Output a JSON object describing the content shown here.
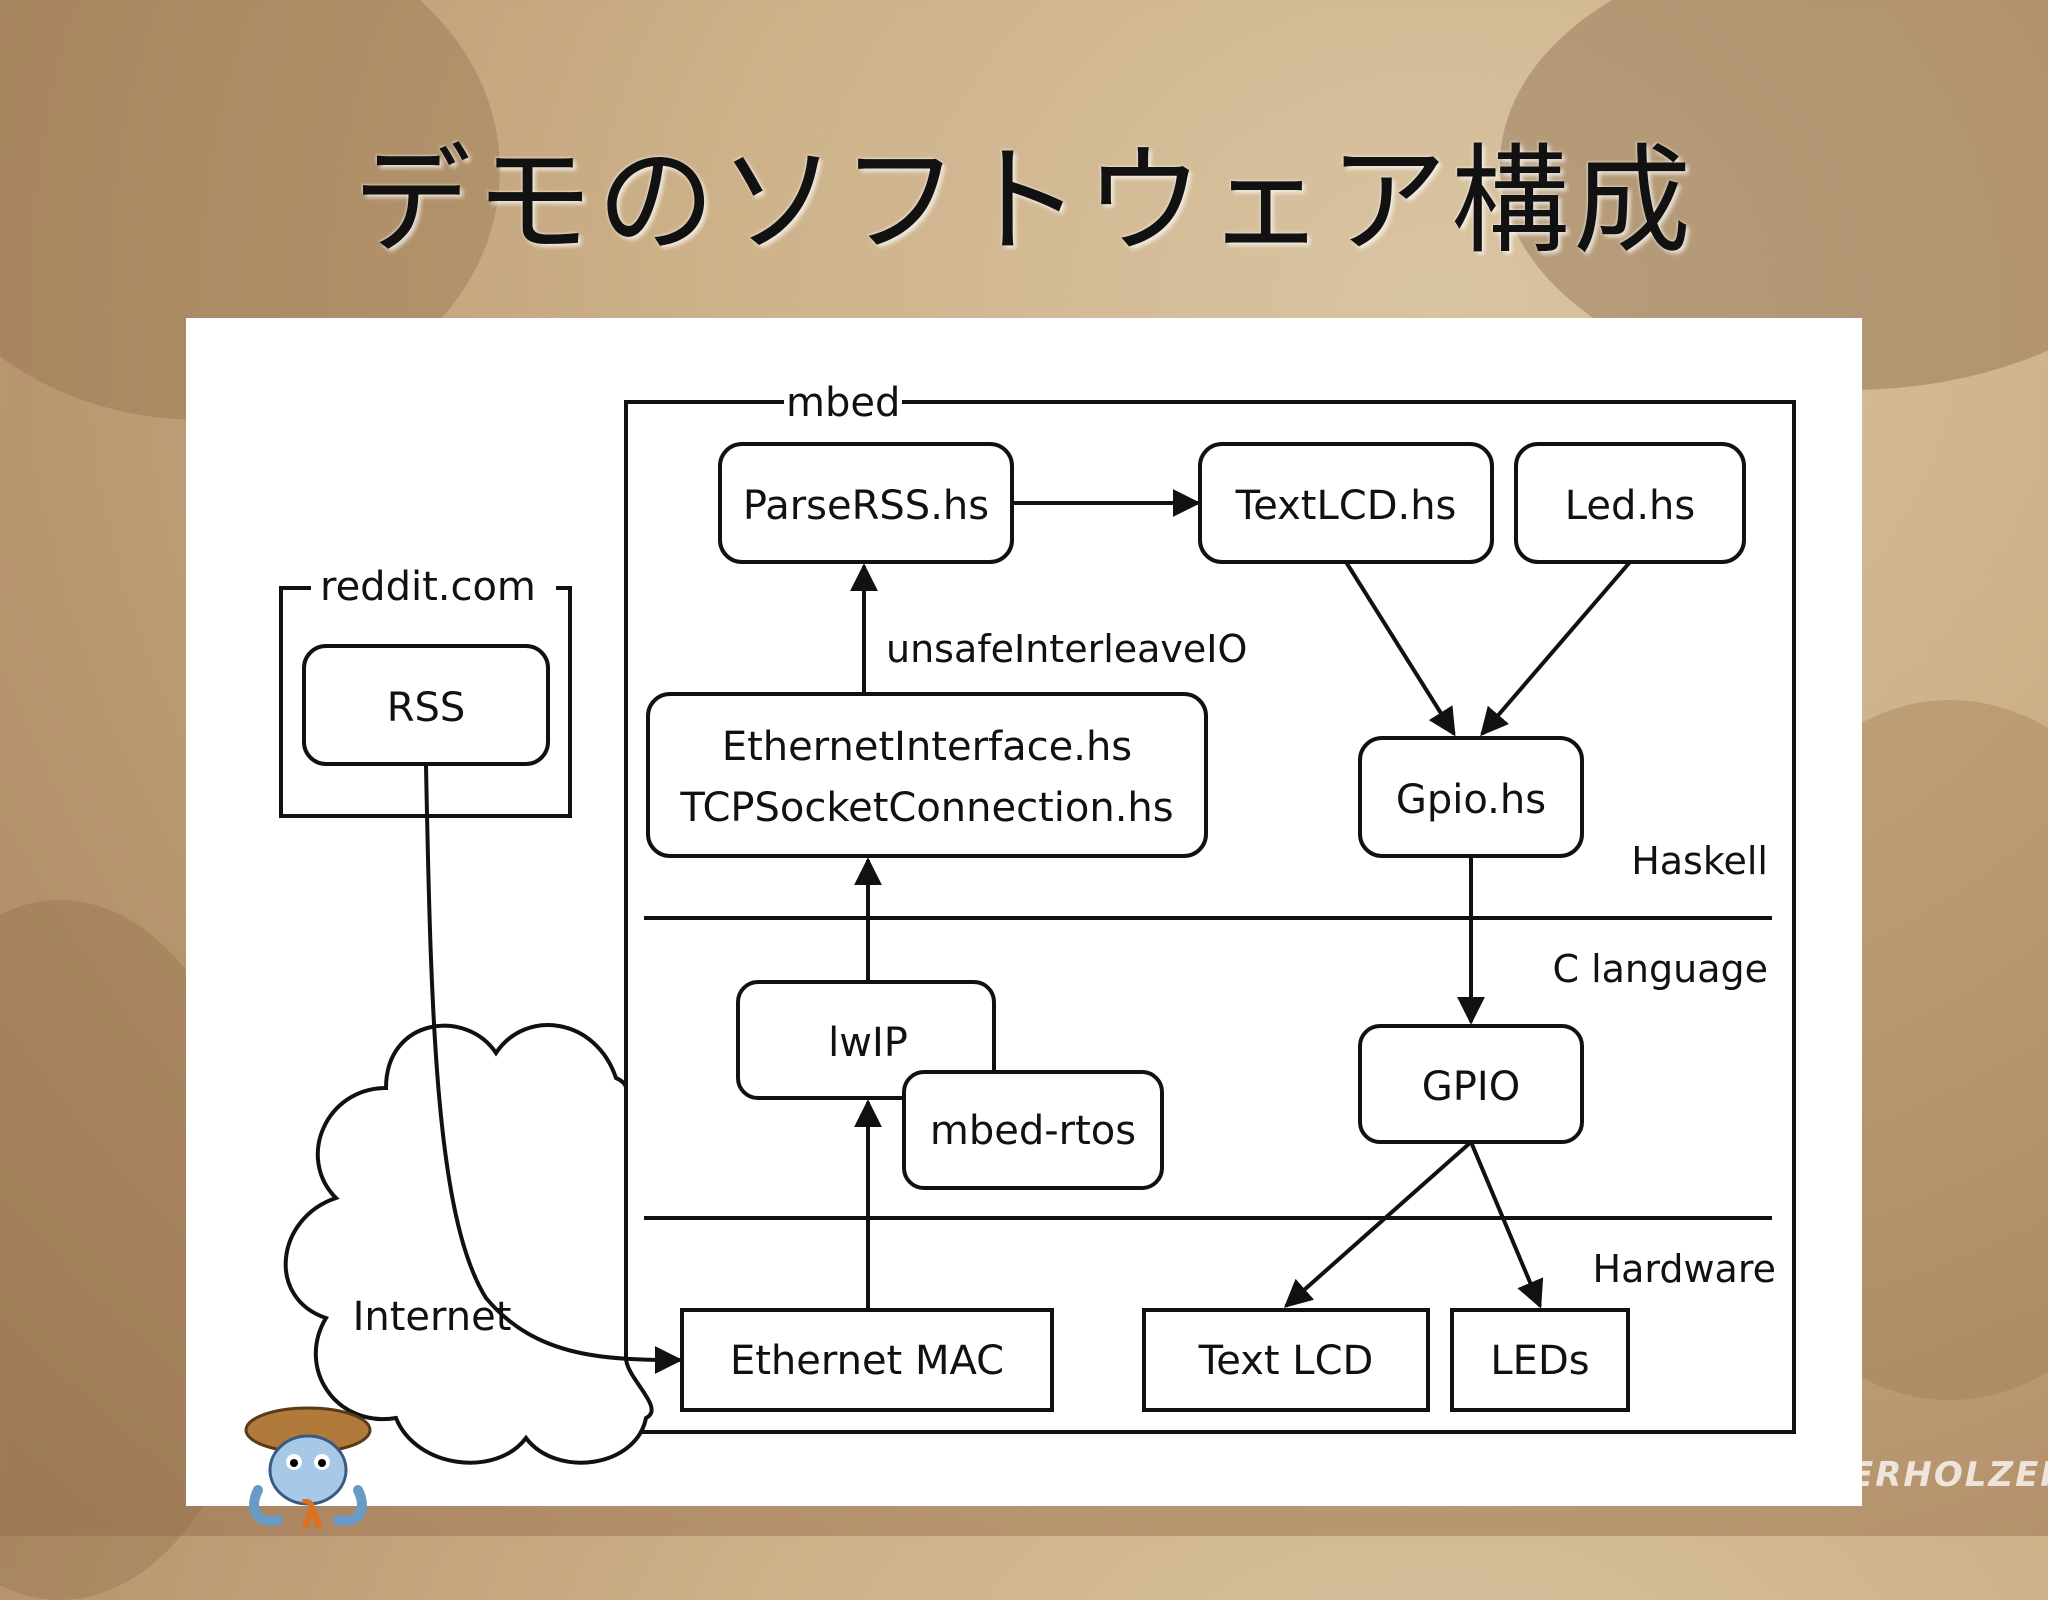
{
  "slide": {
    "title": "デモのソフトウェア構成",
    "watermark": "ERHOLZER"
  },
  "diagram": {
    "groups": {
      "mbed": "mbed",
      "reddit": "reddit.com"
    },
    "layers": {
      "haskell": "Haskell",
      "c_language": "C language",
      "hardware": "Hardware"
    },
    "nodes": {
      "parse_rss": "ParseRSS.hs",
      "text_lcd_hs": "TextLCD.hs",
      "led_hs": "Led.hs",
      "ethernet_interface": "EthernetInterface.hs",
      "tcp_socket": "TCPSocketConnection.hs",
      "gpio_hs": "Gpio.hs",
      "lwip": "lwIP",
      "mbed_rtos": "mbed-rtos",
      "gpio_c": "GPIO",
      "ethernet_mac": "Ethernet MAC",
      "text_lcd_hw": "Text LCD",
      "leds": "LEDs",
      "rss": "RSS",
      "internet": "Internet"
    },
    "edge_labels": {
      "unsafe_interleave": "unsafeInterleaveIO"
    }
  }
}
